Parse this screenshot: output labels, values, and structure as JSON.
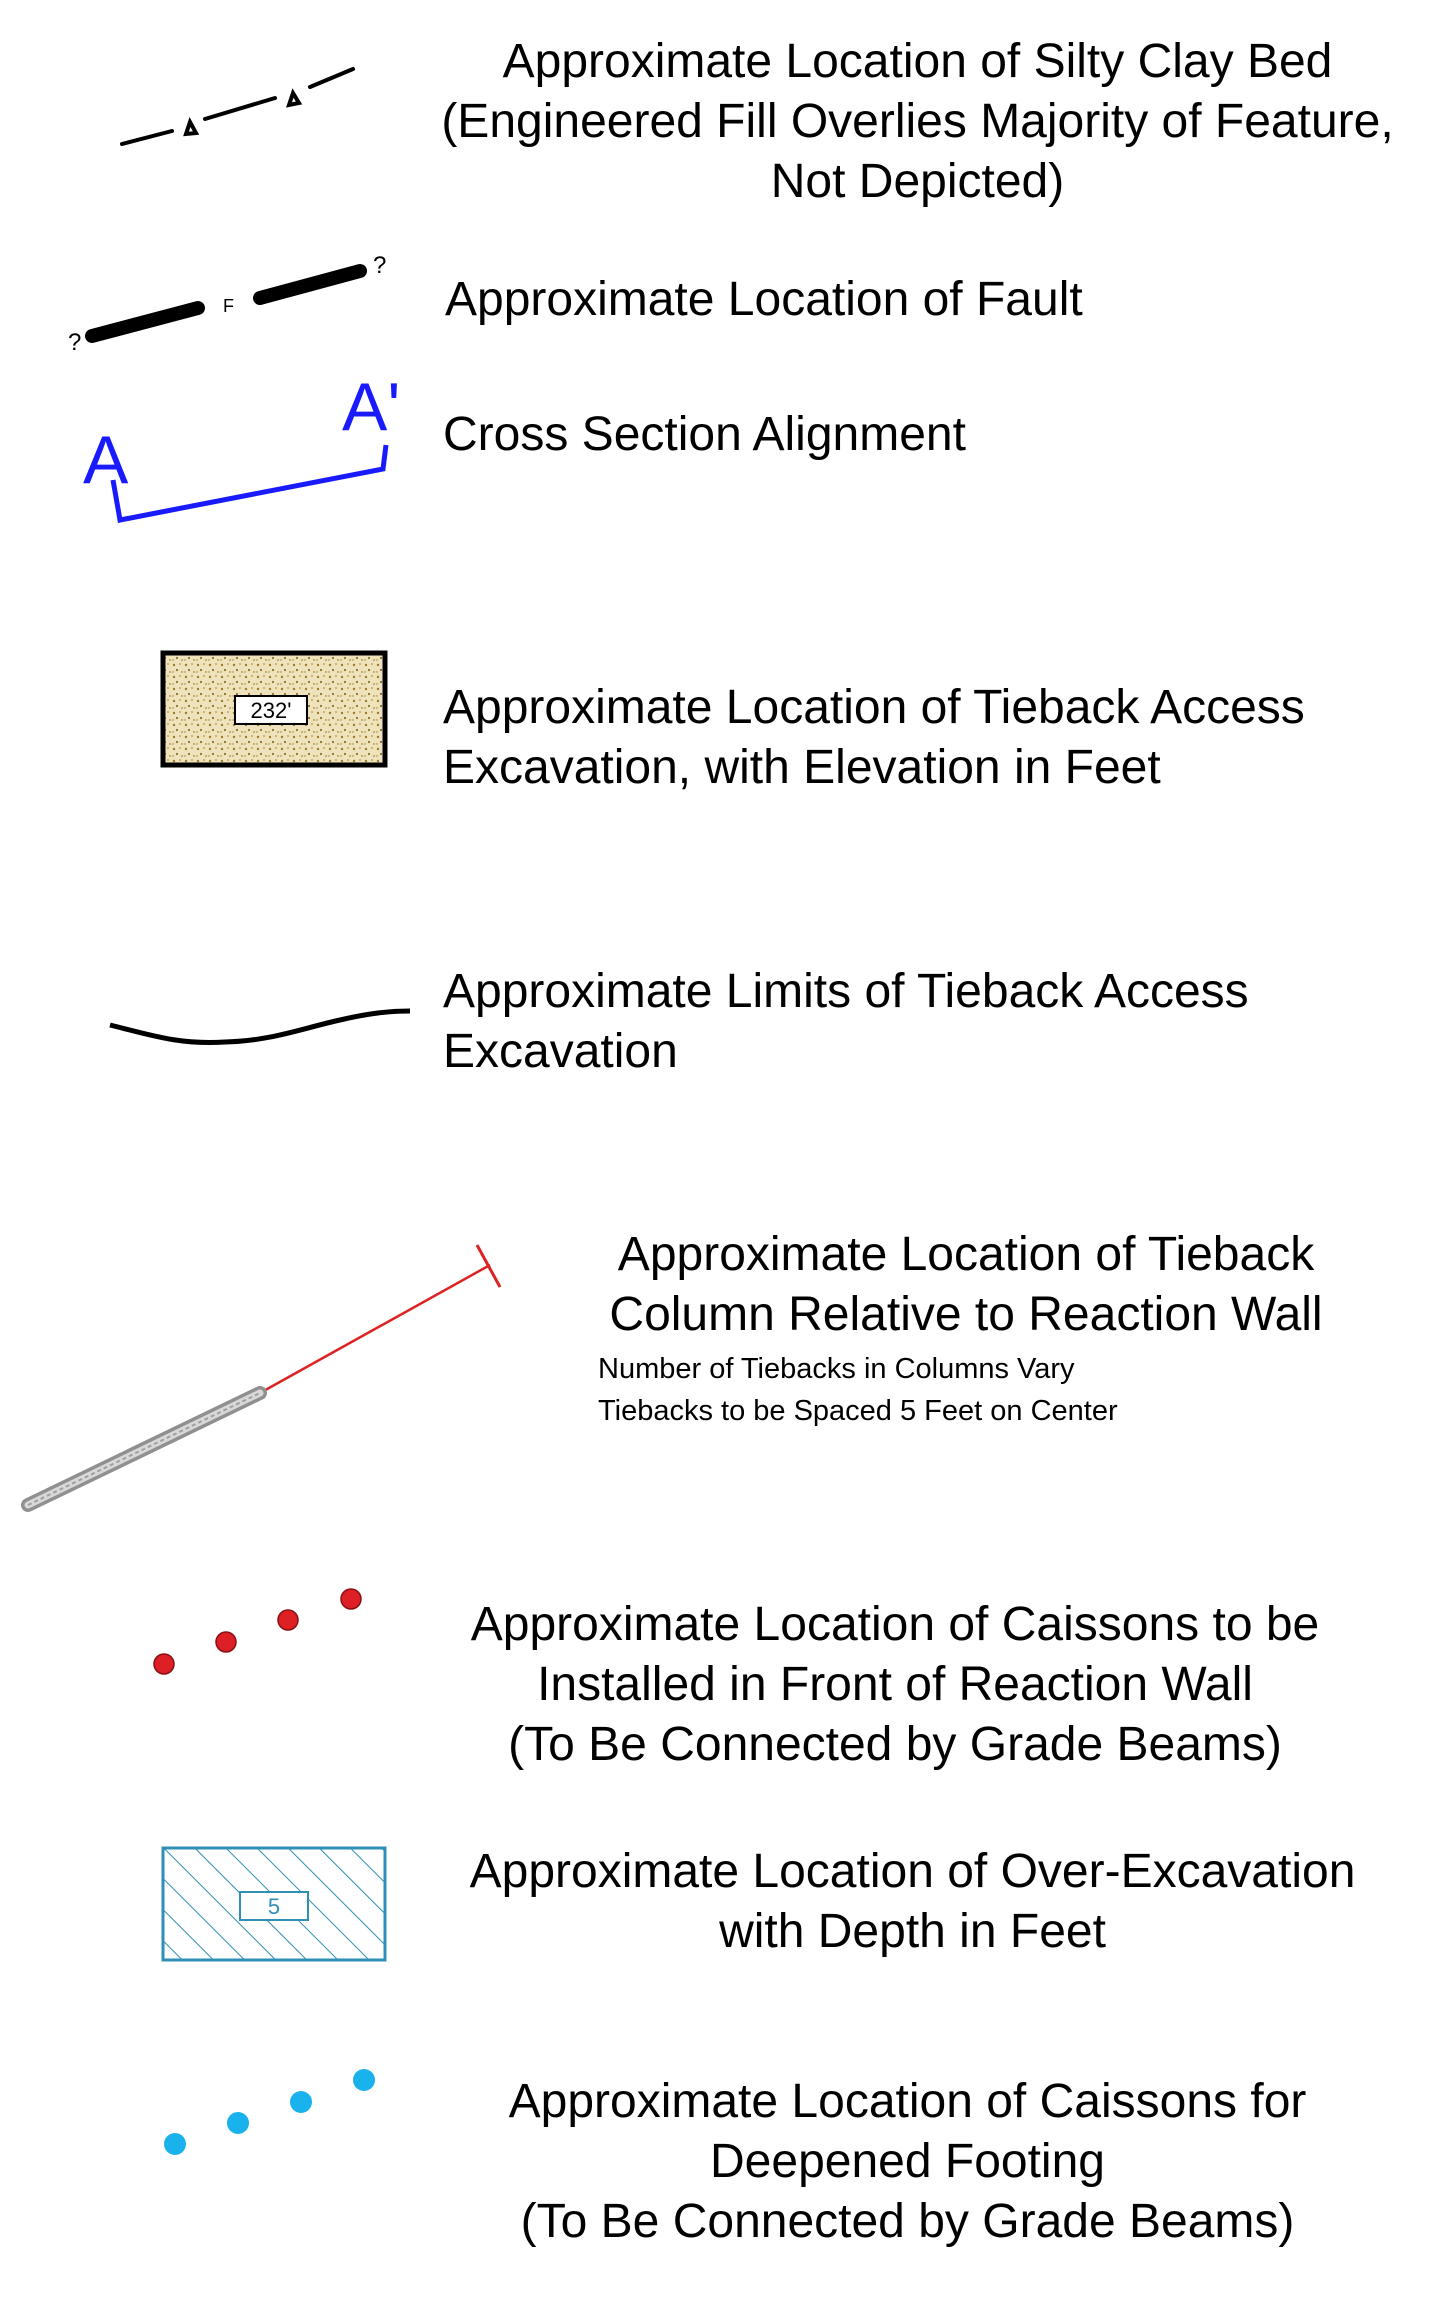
{
  "legend": {
    "silty_clay": {
      "lines": [
        "Approximate Location of Silty Clay Bed",
        "(Engineered Fill Overlies Majority of Feature,",
        "Not Depicted)"
      ],
      "icon": "dashed-line-with-triangles-icon"
    },
    "fault": {
      "lines": [
        "Approximate Location of Fault"
      ],
      "marker_query": "?",
      "marker_f": "F",
      "icon": "fault-line-icon"
    },
    "cross_section": {
      "lines": [
        "Cross Section Alignment"
      ],
      "start_label": "A",
      "end_label": "A'",
      "color": "#1a1aff",
      "icon": "cross-section-line-icon"
    },
    "tieback_access_excavation": {
      "lines": [
        "Approximate Location of Tieback Access",
        "Excavation, with Elevation in Feet"
      ],
      "elevation": "232'",
      "fill_color": "#e8d9a8",
      "icon": "stippled-rectangle-icon"
    },
    "tieback_limits": {
      "lines": [
        "Approximate Limits of Tieback Access",
        "Excavation"
      ],
      "icon": "curved-line-icon"
    },
    "tieback_column": {
      "lines": [
        "Approximate Location of Tieback",
        "Column Relative to Reaction Wall"
      ],
      "notes": [
        "Number of Tiebacks in Columns Vary",
        "Tiebacks to be Spaced 5 Feet on Center"
      ],
      "line_color": "#dd2222",
      "icon": "tieback-anchor-icon"
    },
    "caissons_reaction": {
      "lines": [
        "Approximate Location of Caissons to be",
        "Installed in Front of Reaction Wall",
        "(To Be Connected by Grade Beams)"
      ],
      "dot_color": "#dd1f26",
      "icon": "red-dots-icon"
    },
    "over_excavation": {
      "lines": [
        "Approximate Location of Over-Excavation",
        "with Depth in Feet"
      ],
      "depth": "5",
      "color": "#2f8fb5",
      "icon": "hatched-rectangle-icon"
    },
    "caissons_footing": {
      "lines": [
        "Approximate Location of Caissons for",
        "Deepened Footing",
        "(To Be Connected by Grade Beams)"
      ],
      "dot_color": "#19b2ec",
      "icon": "cyan-dots-icon"
    }
  }
}
